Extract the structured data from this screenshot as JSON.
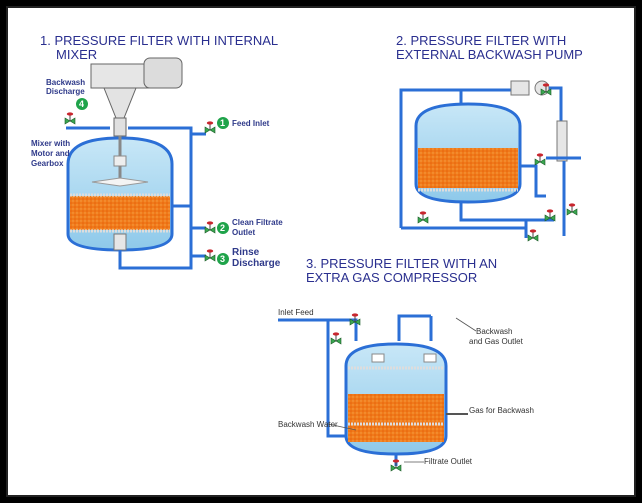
{
  "diagram1": {
    "title_line1": "1. PRESSURE FILTER WITH INTERNAL",
    "title_line2": "MIXER",
    "labels": {
      "backwash_line1": "Backwash",
      "backwash_line2": "Discharge",
      "mixer_line1": "Mixer with",
      "mixer_line2": "Motor and",
      "mixer_line3": "Gearbox",
      "feed_inlet": "Feed Inlet",
      "clean_line1": "Clean Filtrate",
      "clean_line2": "Outlet",
      "rinse_line1": "Rinse",
      "rinse_line2": "Discharge"
    },
    "badges": {
      "b1": "1",
      "b2": "2",
      "b3": "3",
      "b4": "4"
    }
  },
  "diagram2": {
    "title_line1": "2. PRESSURE FILTER WITH",
    "title_line2": "EXTERNAL BACKWASH PUMP"
  },
  "diagram3": {
    "title_line1": "3. PRESSURE FILTER WITH AN",
    "title_line2": "EXTRA GAS COMPRESSOR",
    "labels": {
      "inlet_feed": "Inlet Feed",
      "backwash_gas_line1": "Backwash",
      "backwash_gas_line2": "and Gas  Outlet",
      "gas_backwash": "Gas for Backwash",
      "backwash_water": "Backwash Water",
      "filtrate_outlet": "Filtrate Outlet"
    }
  },
  "colors": {
    "pipe": "#2b6fd6",
    "vessel_blue": "#a9d8f2",
    "media_orange": "#f07a1a",
    "badge_green": "#1fa34a",
    "title_blue": "#2a2f8f",
    "valve_red": "#c8262e"
  }
}
